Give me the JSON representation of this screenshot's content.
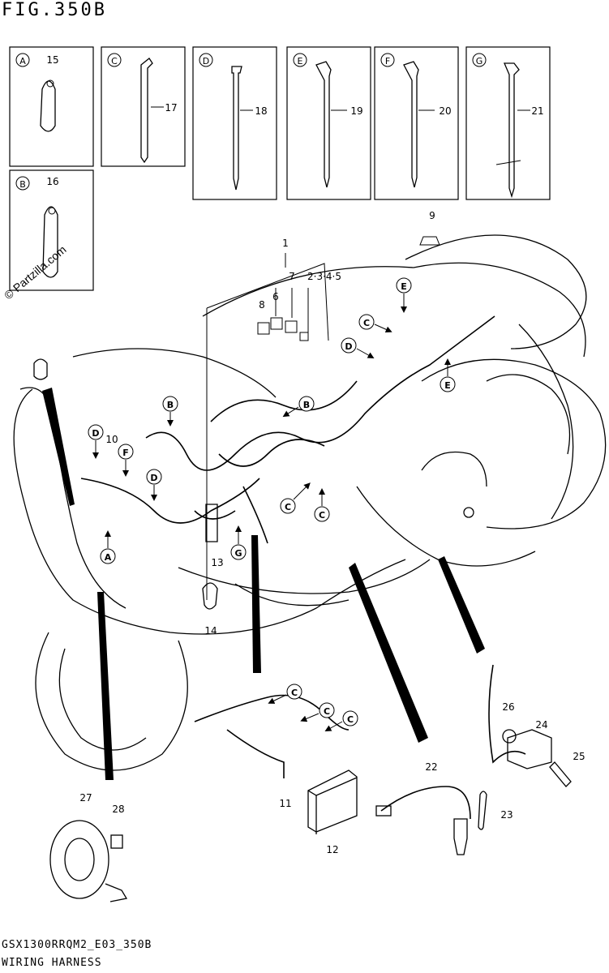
{
  "figure": {
    "title": "FIG.350B",
    "watermark": "© Partzilla.com",
    "code": "GSX1300RRQM2_E03_350B",
    "name": "WIRING HARNESS"
  },
  "legend_boxes": [
    {
      "letter": "A",
      "part": "15"
    },
    {
      "letter": "B",
      "part": "16"
    },
    {
      "letter": "C",
      "part": "17"
    },
    {
      "letter": "D",
      "part": "18"
    },
    {
      "letter": "E",
      "part": "19"
    },
    {
      "letter": "F",
      "part": "20"
    },
    {
      "letter": "G",
      "part": "21"
    }
  ],
  "callouts": [
    {
      "letter": "B"
    },
    {
      "letter": "B"
    },
    {
      "letter": "C"
    },
    {
      "letter": "C"
    },
    {
      "letter": "C"
    },
    {
      "letter": "C"
    },
    {
      "letter": "C"
    },
    {
      "letter": "C"
    },
    {
      "letter": "D"
    },
    {
      "letter": "D"
    },
    {
      "letter": "D"
    },
    {
      "letter": "E"
    },
    {
      "letter": "E"
    },
    {
      "letter": "F"
    },
    {
      "letter": "A"
    },
    {
      "letter": "G"
    }
  ],
  "part_numbers": [
    "1",
    "2·3·4·5",
    "6",
    "7",
    "8",
    "9",
    "10",
    "11",
    "12",
    "13",
    "14",
    "22",
    "23",
    "24",
    "25",
    "26",
    "27",
    "28"
  ]
}
